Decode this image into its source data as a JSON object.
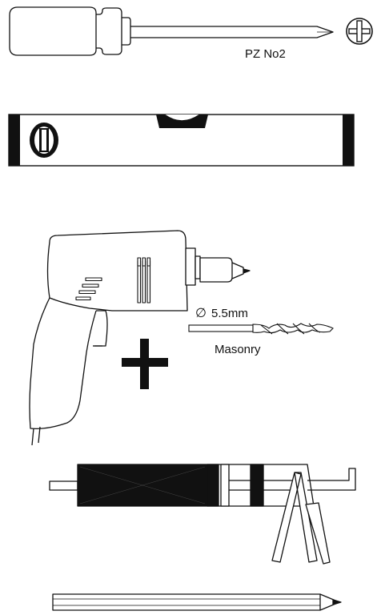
{
  "screwdriver": {
    "label": "PZ No2",
    "icon": "pozidriv-cross-icon"
  },
  "spirit_level": {
    "icon": "spirit-level-icon"
  },
  "drill": {
    "icon": "electric-drill-icon",
    "bit_diameter": "5.5mm",
    "diameter_symbol": "∅",
    "bit_type": "Masonry"
  },
  "wall_plug": {
    "icon": "wall-plug-cross-icon"
  },
  "caulking_gun": {
    "icon": "caulking-gun-icon"
  },
  "pencil": {
    "icon": "pencil-icon"
  },
  "colors": {
    "ink": "#111111",
    "background": "#ffffff"
  }
}
